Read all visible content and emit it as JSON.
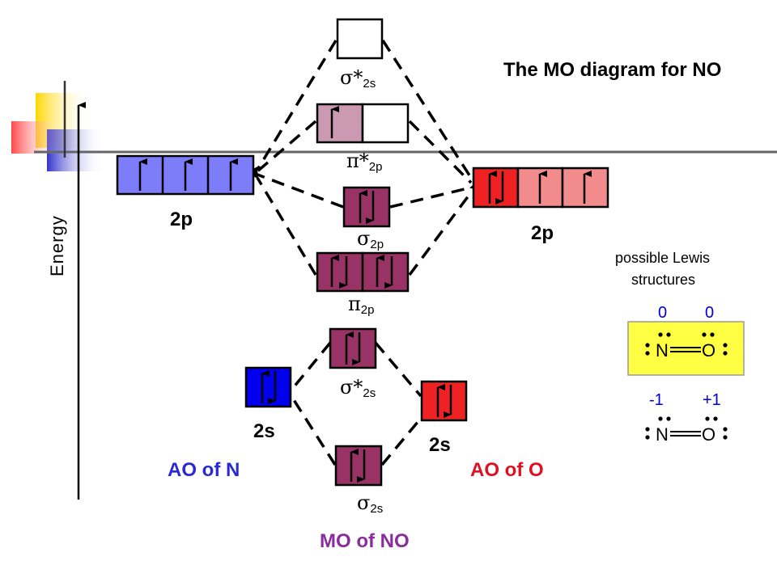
{
  "title": "The MO diagram for NO",
  "energy_label": "Energy",
  "ao_n": {
    "label": "AO of N",
    "p_label": "2p",
    "s_label": "2s",
    "p_color": "#7d7dfa",
    "s_color": "#0000ee"
  },
  "ao_o": {
    "label": "AO of O",
    "p_label": "2p",
    "s_label": "2s",
    "p_color_main": "#ee2222",
    "p_color_light": "#f28b8b",
    "s_color": "#ee2222"
  },
  "mo": {
    "label": "MO of NO",
    "color": "#993366",
    "pi_star_fill": "#cc99b3",
    "sigma_star_2s_top": {
      "symbol": "σ*",
      "sub": "2s"
    },
    "pi_star_2p": {
      "symbol": "π*",
      "sub": "2p"
    },
    "sigma_2p": {
      "symbol": "σ",
      "sub": "2p"
    },
    "pi_2p": {
      "symbol": "π",
      "sub": "2p"
    },
    "sigma_star_2s": {
      "symbol": "σ*",
      "sub": "2s"
    },
    "sigma_2s": {
      "symbol": "σ",
      "sub": "2s"
    }
  },
  "lewis": {
    "heading_line1": "possible Lewis",
    "heading_line2": "structures",
    "highlight_color": "#ffff44",
    "structure1": {
      "charge_n": "0",
      "charge_o": "0",
      "atom_n": "N",
      "atom_o": "O"
    },
    "structure2": {
      "charge_n": "-1",
      "charge_o": "+1",
      "atom_n": "N",
      "atom_o": "O"
    }
  },
  "decor_colors": [
    "#ffd700",
    "#3333cc",
    "#ff3333"
  ]
}
